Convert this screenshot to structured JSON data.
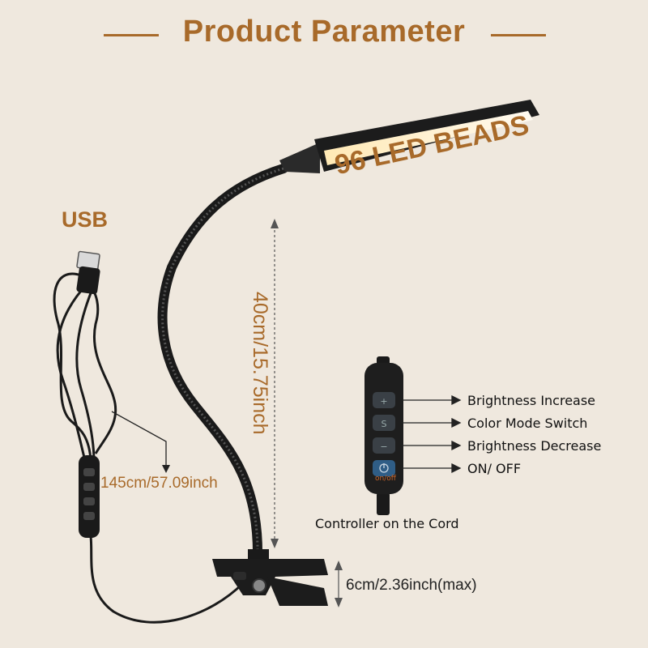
{
  "title": "Product Parameter",
  "usb_label": "USB",
  "led_label": "96 LED BEADS",
  "gooseneck_length": "40cm/15.75inch",
  "cord_length": "145cm/57.09inch",
  "clip_opening": "6cm/2.36inch(max)",
  "controller": {
    "buttons": [
      "Brightness Increase",
      "Color Mode Switch",
      "Brightness Decrease",
      "ON/ OFF"
    ],
    "power_button_text": "on/off",
    "caption": "Controller on the Cord"
  },
  "colors": {
    "accent": "#a86a2a",
    "background": "#efe8de",
    "lamp_body": "#1c1c1c",
    "led_glow": "#fff6dc"
  }
}
